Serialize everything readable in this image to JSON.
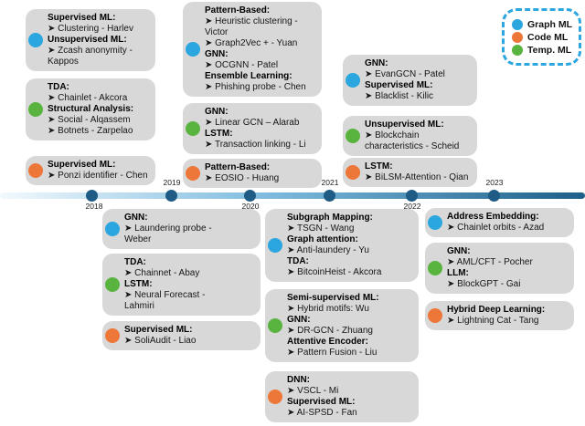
{
  "categories": {
    "graph_ml": "#2ba6df",
    "code_ml": "#ed7639",
    "temp_ml": "#58b43f"
  },
  "legend": {
    "border_color": "#2ba6df",
    "items": [
      {
        "label": "Graph ML",
        "category": "graph_ml"
      },
      {
        "label": "Code ML",
        "category": "code_ml"
      },
      {
        "label": "Temp. ML",
        "category": "temp_ml"
      }
    ]
  },
  "timeline": {
    "years": [
      "2018",
      "2019",
      "2020",
      "2021",
      "2022",
      "2023"
    ],
    "bar_start": "#f2f9fd",
    "bar_mid": "#7fbcdf",
    "bar_end": "#1d5f88",
    "marker_color": "#1e5c86"
  },
  "boxes": {
    "a11": {
      "category": "graph_ml",
      "lines": [
        {
          "t": "h",
          "x": "Supervised ML:"
        },
        {
          "t": "i",
          "x": "➤ Clustering - Harlev"
        },
        {
          "t": "h",
          "x": "Unsupervised ML:"
        },
        {
          "t": "i",
          "x": "➤ Zcash anonymity -"
        },
        {
          "t": "c",
          "x": "Kappos"
        }
      ]
    },
    "a12": {
      "category": "temp_ml",
      "lines": [
        {
          "t": "h",
          "x": "TDA:"
        },
        {
          "t": "i",
          "x": "➤ Chainlet - Akcora"
        },
        {
          "t": "h",
          "x": "Structural Analysis:"
        },
        {
          "t": "i",
          "x": "➤ Social - Alqassem"
        },
        {
          "t": "i",
          "x": "➤ Botnets - Zarpelao"
        }
      ]
    },
    "a13": {
      "category": "code_ml",
      "lines": [
        {
          "t": "h",
          "x": "Supervised ML:"
        },
        {
          "t": "i",
          "x": "➤ Ponzi identifier - Chen"
        }
      ]
    },
    "a21": {
      "category": "graph_ml",
      "lines": [
        {
          "t": "h",
          "x": "Pattern-Based:"
        },
        {
          "t": "i",
          "x": "➤ Heuristic clustering -"
        },
        {
          "t": "c",
          "x": "Victor"
        },
        {
          "t": "i",
          "x": "➤ Graph2Vec + - Yuan"
        },
        {
          "t": "h",
          "x": "GNN:"
        },
        {
          "t": "i",
          "x": "➤ OCGNN - Patel"
        },
        {
          "t": "h",
          "x": "Ensemble Learning:"
        },
        {
          "t": "i",
          "x": "➤ Phishing probe - Chen"
        }
      ]
    },
    "a22": {
      "category": "temp_ml",
      "lines": [
        {
          "t": "h",
          "x": "GNN:"
        },
        {
          "t": "i",
          "x": "➤ Linear GCN – Alarab"
        },
        {
          "t": "h",
          "x": "LSTM:"
        },
        {
          "t": "i",
          "x": "➤ Transaction linking - Li"
        }
      ]
    },
    "a23": {
      "category": "code_ml",
      "lines": [
        {
          "t": "h",
          "x": "Pattern-Based:"
        },
        {
          "t": "i",
          "x": "➤ EOSIO - Huang"
        }
      ]
    },
    "a31": {
      "category": "graph_ml",
      "lines": [
        {
          "t": "h",
          "x": "GNN:"
        },
        {
          "t": "i",
          "x": "➤ EvanGCN - Patel"
        },
        {
          "t": "h",
          "x": "Supervised ML:"
        },
        {
          "t": "i",
          "x": "➤ Blacklist - Kilic"
        }
      ]
    },
    "a32": {
      "category": "temp_ml",
      "lines": [
        {
          "t": "h",
          "x": "Unsupervised ML:"
        },
        {
          "t": "i",
          "x": "➤ Blockchain"
        },
        {
          "t": "c",
          "x": "characteristics - Scheid"
        }
      ]
    },
    "a33": {
      "category": "code_ml",
      "lines": [
        {
          "t": "h",
          "x": "LSTM:"
        },
        {
          "t": "i",
          "x": "➤ BiLSM-Attention - Qian"
        }
      ]
    },
    "b11": {
      "category": "graph_ml",
      "lines": [
        {
          "t": "h",
          "x": "GNN:"
        },
        {
          "t": "i",
          "x": "➤ Laundering probe -"
        },
        {
          "t": "c",
          "x": "Weber"
        }
      ]
    },
    "b12": {
      "category": "temp_ml",
      "lines": [
        {
          "t": "h",
          "x": "TDA:"
        },
        {
          "t": "i",
          "x": "➤ Chainnet - Abay"
        },
        {
          "t": "h",
          "x": "LSTM:"
        },
        {
          "t": "i",
          "x": "➤ Neural Forecast -"
        },
        {
          "t": "c",
          "x": "Lahmiri"
        }
      ]
    },
    "b13": {
      "category": "code_ml",
      "lines": [
        {
          "t": "h",
          "x": "Supervised ML:"
        },
        {
          "t": "i",
          "x": "➤ SoliAudit - Liao"
        }
      ]
    },
    "b21": {
      "category": "graph_ml",
      "lines": [
        {
          "t": "h",
          "x": "Subgraph Mapping:"
        },
        {
          "t": "i",
          "x": "➤ TSGN - Wang"
        },
        {
          "t": "h",
          "x": "Graph attention:"
        },
        {
          "t": "i",
          "x": "➤ Anti-laundery - Yu"
        },
        {
          "t": "h",
          "x": "TDA:"
        },
        {
          "t": "i",
          "x": "➤ BitcoinHeist - Akcora"
        }
      ]
    },
    "b22": {
      "category": "temp_ml",
      "lines": [
        {
          "t": "h",
          "x": "Semi-supervised ML:"
        },
        {
          "t": "i",
          "x": "➤ Hybrid motifs: Wu"
        },
        {
          "t": "h",
          "x": "GNN:"
        },
        {
          "t": "i",
          "x": "➤ DR-GCN - Zhuang"
        },
        {
          "t": "h",
          "x": "Attentive Encoder:"
        },
        {
          "t": "i",
          "x": "➤ Pattern Fusion - Liu"
        }
      ]
    },
    "b23": {
      "category": "code_ml",
      "lines": [
        {
          "t": "h",
          "x": "DNN:"
        },
        {
          "t": "i",
          "x": "➤ VSCL - Mi"
        },
        {
          "t": "h",
          "x": "Supervised ML:"
        },
        {
          "t": "i",
          "x": "➤ AI-SPSD - Fan"
        }
      ]
    },
    "b31": {
      "category": "graph_ml",
      "lines": [
        {
          "t": "h",
          "x": "Address Embedding:"
        },
        {
          "t": "i",
          "x": "➤ Chainlet orbits - Azad"
        }
      ]
    },
    "b32": {
      "category": "temp_ml",
      "lines": [
        {
          "t": "h",
          "x": "GNN:"
        },
        {
          "t": "i",
          "x": "➤ AML/CFT - Pocher"
        },
        {
          "t": "h",
          "x": "LLM:"
        },
        {
          "t": "i",
          "x": "➤ BlockGPT - Gai"
        }
      ]
    },
    "b33": {
      "category": "code_ml",
      "lines": [
        {
          "t": "h",
          "x": "Hybrid Deep Learning:"
        },
        {
          "t": "i",
          "x": "➤ Lightning Cat - Tang"
        }
      ]
    }
  }
}
